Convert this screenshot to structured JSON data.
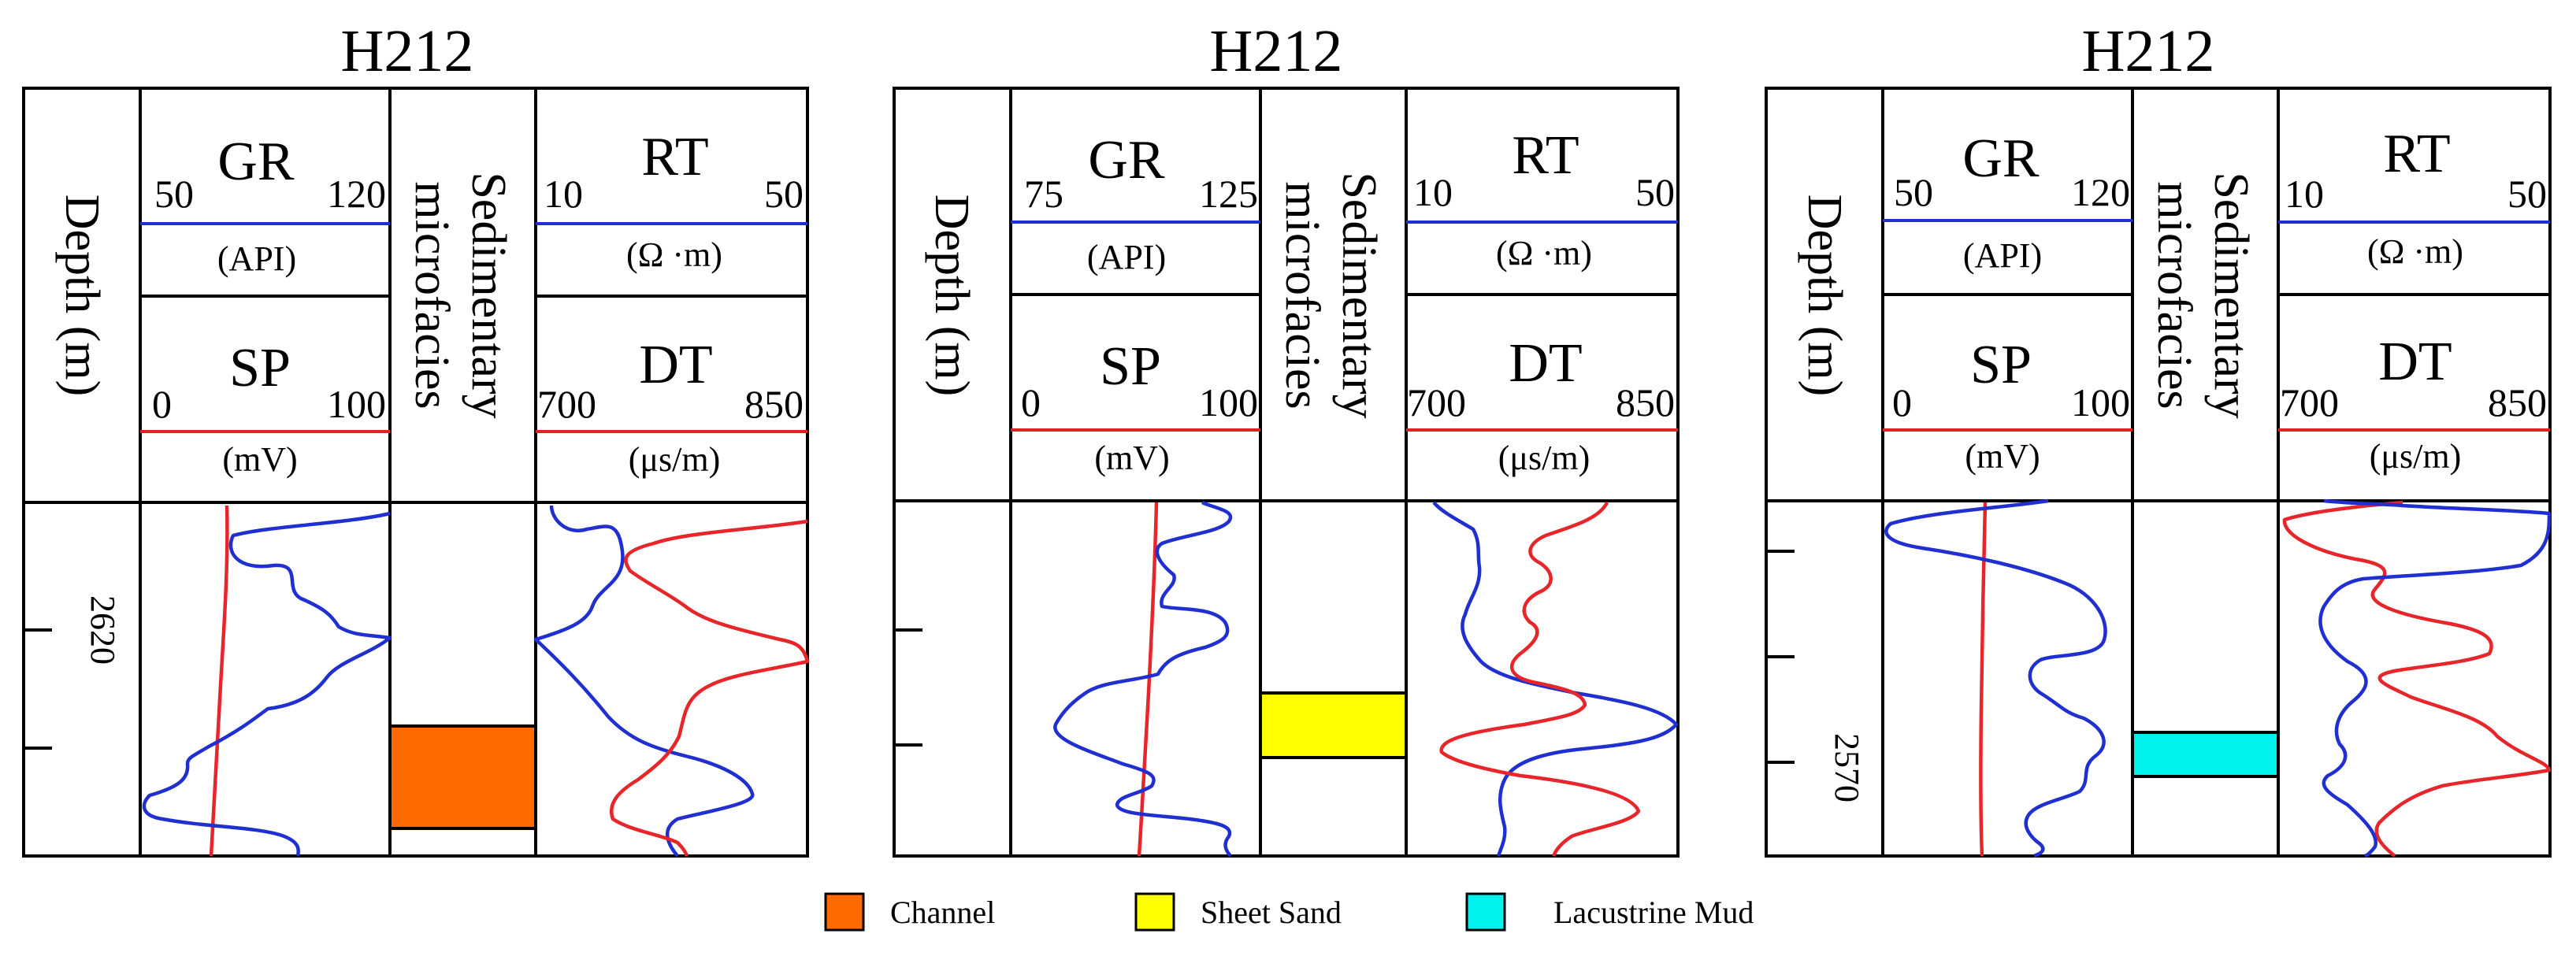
{
  "colors": {
    "gr_curve": "#1f2fd0",
    "sp_curve": "#e6262a",
    "rt_curve": "#1f2fd0",
    "dt_curve": "#e6262a",
    "channel": "#ff6a00",
    "sheet_sand": "#ffff00",
    "lacustrine_mud": "#00f2ee"
  },
  "header_labels": {
    "depth": "Depth (m)",
    "gr": "GR",
    "gr_unit": "(API)",
    "sp": "SP",
    "sp_unit": "(mV)",
    "facies_line1": "Sedimentary",
    "facies_line2": "microfacies",
    "rt": "RT",
    "rt_unit": "(Ω ·m)",
    "dt": "DT",
    "dt_unit": "(μs/m)"
  },
  "panels": [
    {
      "well": "H212",
      "gr_min": "50",
      "gr_max": "120",
      "sp_min": "0",
      "sp_max": "100",
      "rt_min": "10",
      "rt_max": "50",
      "dt_min": "700",
      "dt_max": "850",
      "depth_label": "2620",
      "facies": "Channel"
    },
    {
      "well": "H212",
      "gr_min": "75",
      "gr_max": "125",
      "sp_min": "0",
      "sp_max": "100",
      "rt_min": "10",
      "rt_max": "50",
      "dt_min": "700",
      "dt_max": "850",
      "depth_label": "",
      "facies": "Sheet Sand"
    },
    {
      "well": "H212",
      "gr_min": "50",
      "gr_max": "120",
      "sp_min": "0",
      "sp_max": "100",
      "rt_min": "10",
      "rt_max": "50",
      "dt_min": "700",
      "dt_max": "850",
      "depth_label": "2570",
      "facies": "Lacustrine Mud"
    }
  ],
  "legend": [
    {
      "label": "Channel",
      "color": "#ff6a00"
    },
    {
      "label": "Sheet Sand",
      "color": "#ffff00"
    },
    {
      "label": "Lacustrine Mud",
      "color": "#00f2ee"
    }
  ]
}
